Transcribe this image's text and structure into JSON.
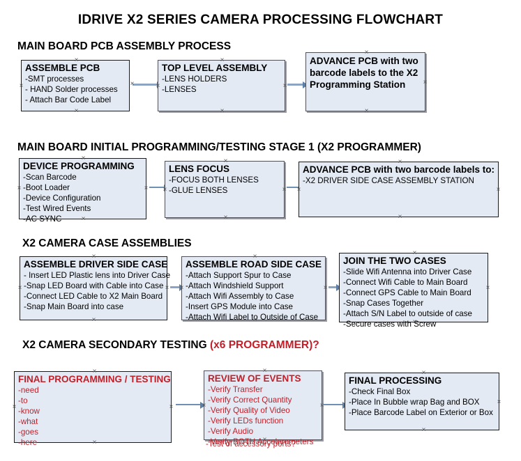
{
  "document": {
    "title": "IDRIVE X2  SERIES CAMERA PROCESSING FLOWCHART"
  },
  "colors": {
    "node_fill": "#e3eaf4",
    "node_border": "#1a1a1a",
    "red_accent": "#c0202a",
    "connector": "#5d7fa6",
    "text": "#000000",
    "background": "#ffffff"
  },
  "sections": [
    {
      "id": "main-board-pcb-assembly",
      "heading": "MAIN BOARD PCB ASSEMBLY PROCESS",
      "heading_accent": "",
      "nodes": [
        {
          "id": "assemble-pcb",
          "header": "ASSEMBLE PCB",
          "lines": [
            "-SMT processes",
            "- HAND Solder processes",
            "- Attach Bar Code Label"
          ],
          "red": false
        },
        {
          "id": "top-level-assembly",
          "header": "TOP LEVEL ASSEMBLY",
          "lines": [
            "-LENS HOLDERS",
            "-LENSES"
          ],
          "red": false
        },
        {
          "id": "advance-pcb-x2-programming-station",
          "header": "ADVANCE PCB with two barcode labels to the  X2 Programming Station",
          "lines": [],
          "red": false
        }
      ]
    },
    {
      "id": "main-board-initial-programming",
      "heading": "MAIN BOARD INITIAL PROGRAMMING/TESTING STAGE 1 (X2 PROGRAMMER)",
      "heading_accent": "",
      "nodes": [
        {
          "id": "device-programming",
          "header": "DEVICE PROGRAMMING",
          "lines": [
            "-Scan Barcode",
            "-Boot Loader",
            "-Device Configuration",
            "-Test Wired Events",
            "-AC SYNC"
          ],
          "red": false
        },
        {
          "id": "lens-focus",
          "header": "LENS FOCUS",
          "lines": [
            "-FOCUS BOTH LENSES",
            "-GLUE LENSES"
          ],
          "red": false
        },
        {
          "id": "advance-pcb-driver-side-case",
          "header": "ADVANCE PCB with two barcode labels to:",
          "lines": [
            "-X2 DRIVER  SIDE  CASE  ASSEMBLY STATION"
          ],
          "red": false
        }
      ]
    },
    {
      "id": "x2-camera-case-assemblies",
      "heading": "X2 CAMERA CASE ASSEMBLIES",
      "heading_accent": "",
      "nodes": [
        {
          "id": "assemble-driver-side-case",
          "header": "ASSEMBLE DRIVER SIDE CASE",
          "lines": [
            "- Insert LED Plastic lens into Driver Case",
            "-Snap LED Board with Cable into Case",
            "-Connect LED Cable to X2 Main Board",
            "-Snap Main Board into case"
          ],
          "red": false
        },
        {
          "id": "assemble-road-side-case",
          "header": "ASSEMBLE ROAD SIDE CASE",
          "lines": [
            "-Attach Support Spur to Case",
            "-Attach Windshield Support",
            "-Attach Wifi Assembly to Case",
            "-Insert GPS Module into Case",
            "-Attach Wifi Label to Outside of Case"
          ],
          "red": false
        },
        {
          "id": "join-the-two-cases",
          "header": "JOIN THE TWO CASES",
          "lines": [
            "-Slide Wifi Antenna into Driver Case",
            "-Connect Wifi Cable to Main Board",
            "-Connect GPS Cable to Main Board",
            "-Snap Cases Together",
            "-Attach S/N Label to outside of case",
            "-Secure cases with Screw"
          ],
          "red": false
        }
      ]
    },
    {
      "id": "x2-camera-secondary-testing",
      "heading": "X2 CAMERA SECONDARY TESTING ",
      "heading_accent": "(x6 PROGRAMMER)?",
      "nodes": [
        {
          "id": "final-programming-testing",
          "header": "FINAL PROGRAMMING / TESTING",
          "lines": [
            "-need",
            "-to",
            "-know",
            "-what",
            "-goes",
            "-here"
          ],
          "red": true
        },
        {
          "id": "review-of-events",
          "header": "REVIEW OF EVENTS",
          "lines": [
            "-Verify Transfer",
            "-Verify Correct Quantity",
            "-Verify Quality of Video",
            "-Verify LEDs function",
            "-Verify Audio",
            "-Verify BOTH Accelerometers"
          ],
          "overflow_line": "-Test of accessory ports?",
          "red": true
        },
        {
          "id": "final-processing",
          "header": "FINAL PROCESSING",
          "lines": [
            " -Check Final Box",
            "-Place In Bubble wrap Bag and BOX",
            "-Place Barcode Label on Exterior or Box"
          ],
          "red": false
        }
      ]
    }
  ],
  "connectors": [
    {
      "id": "conn-assemble-pcb-to-top-level",
      "from": "assemble-pcb",
      "to": "top-level-assembly"
    },
    {
      "id": "conn-top-level-to-advance-pcb",
      "from": "top-level-assembly",
      "to": "advance-pcb-x2-programming-station"
    },
    {
      "id": "conn-device-programming-to-lens-focus",
      "from": "device-programming",
      "to": "lens-focus"
    },
    {
      "id": "conn-lens-focus-to-advance-pcb",
      "from": "lens-focus",
      "to": "advance-pcb-driver-side-case"
    },
    {
      "id": "conn-driver-case-to-road-case",
      "from": "assemble-driver-side-case",
      "to": "assemble-road-side-case"
    },
    {
      "id": "conn-road-case-to-join-cases",
      "from": "assemble-road-side-case",
      "to": "join-the-two-cases"
    },
    {
      "id": "conn-final-prog-to-review",
      "from": "final-programming-testing",
      "to": "review-of-events"
    },
    {
      "id": "conn-review-to-final-processing",
      "from": "review-of-events",
      "to": "final-processing"
    }
  ]
}
